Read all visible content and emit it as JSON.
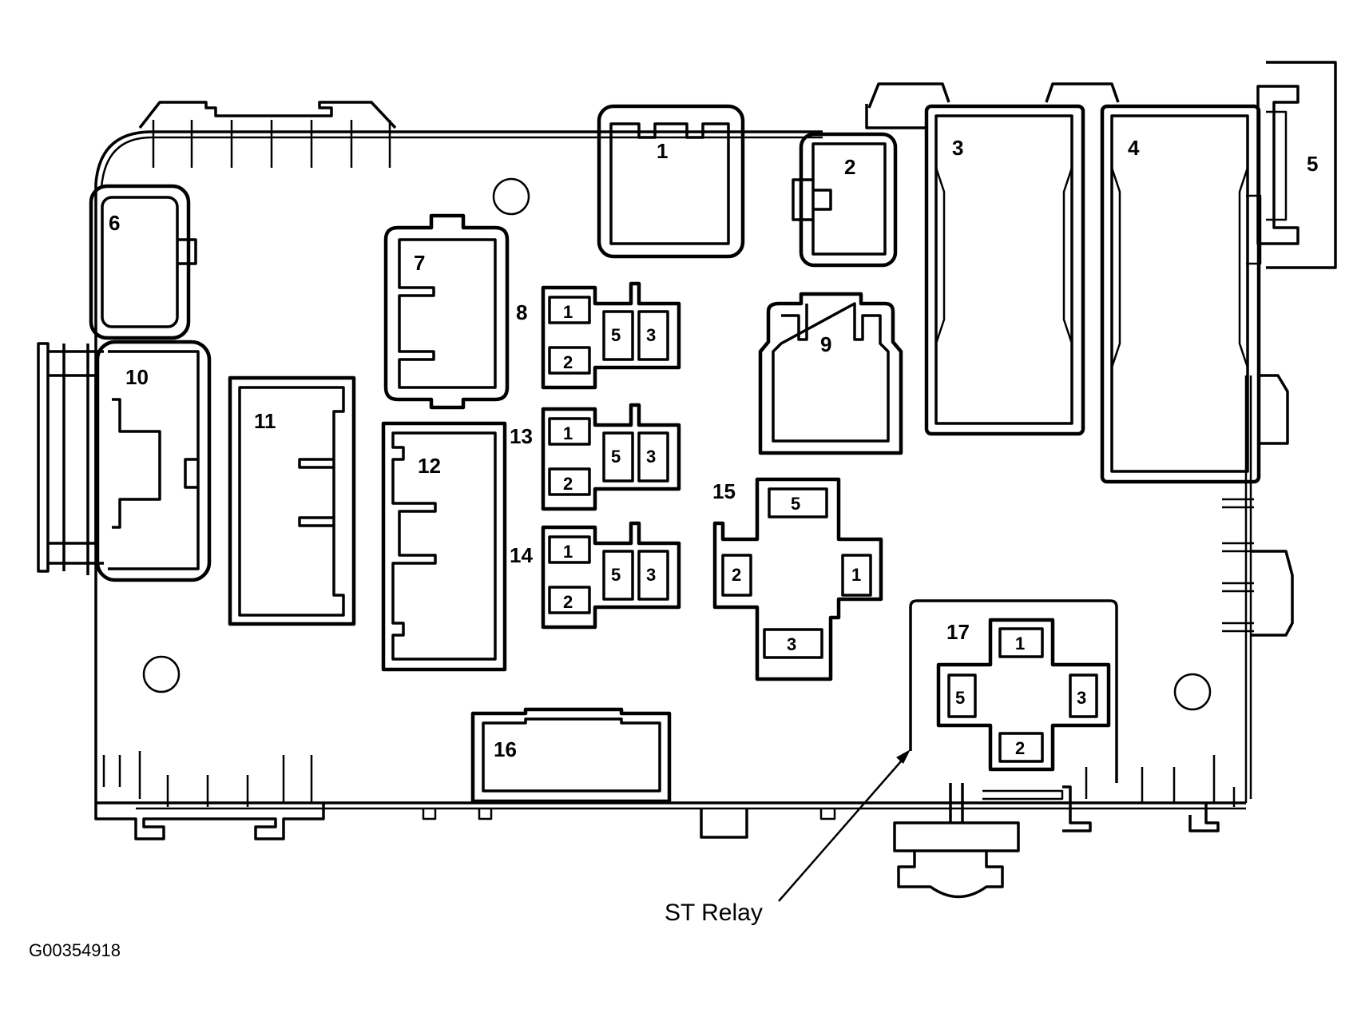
{
  "figure_id": "G00354918",
  "callout": "ST Relay",
  "components": {
    "c1": "1",
    "c2": "2",
    "c3": "3",
    "c4": "4",
    "c5": "5",
    "c6": "6",
    "c7": "7",
    "c8": "8",
    "c9": "9",
    "c10": "10",
    "c11": "11",
    "c12": "12",
    "c13": "13",
    "c14": "14",
    "c15": "15",
    "c16": "16",
    "c17": "17"
  },
  "pins": {
    "p1": "1",
    "p2": "2",
    "p3": "3",
    "p5": "5"
  }
}
